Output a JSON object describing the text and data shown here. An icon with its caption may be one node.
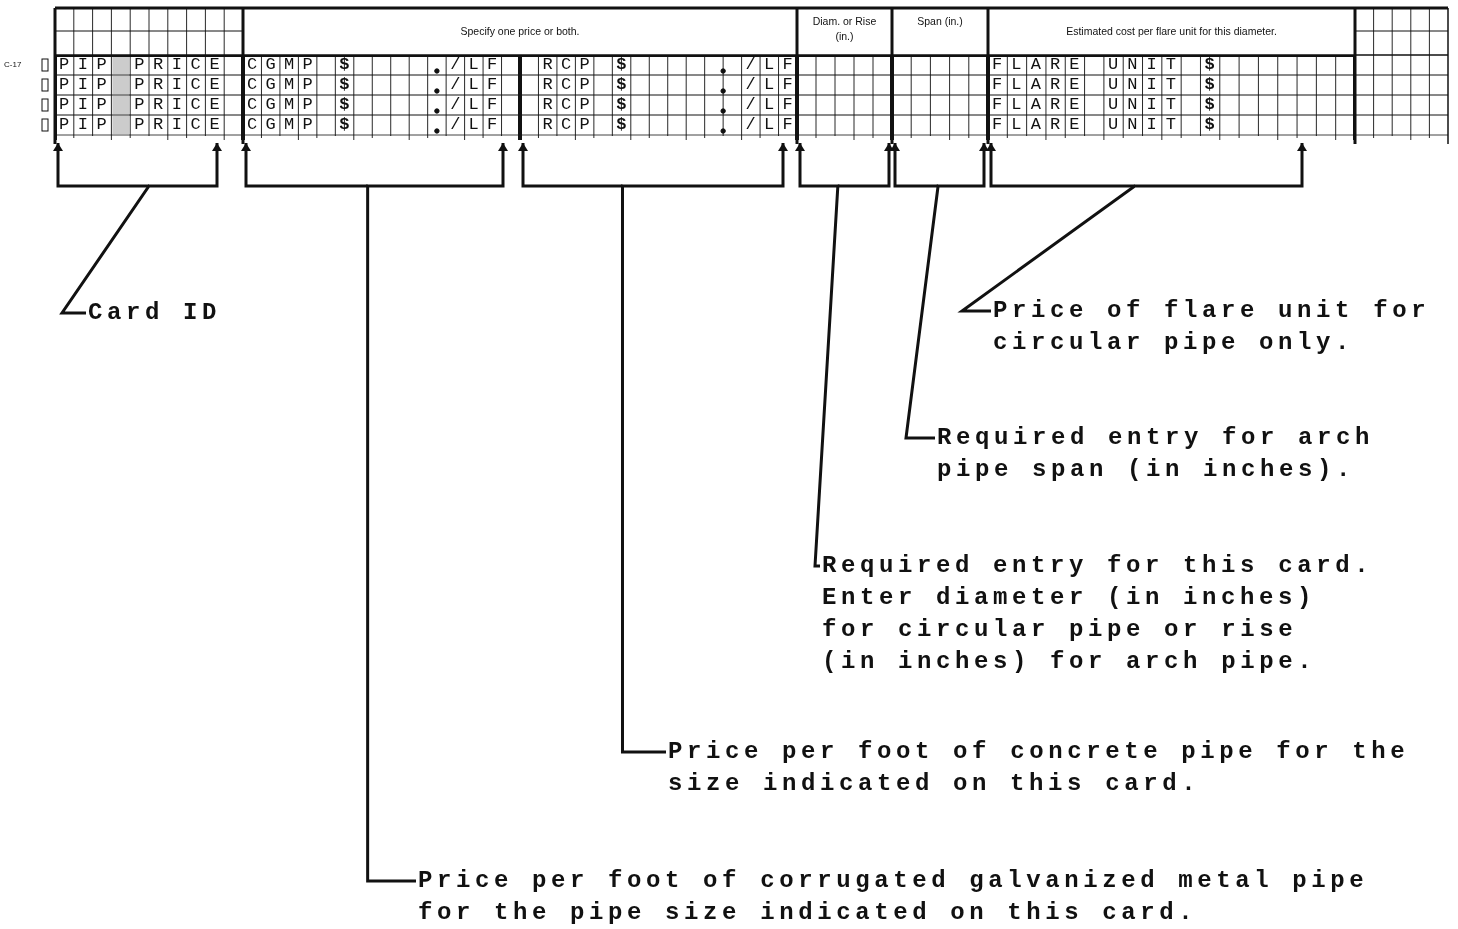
{
  "diagram": {
    "nodes": [
      {
        "text": [],
        "shape": "box"
      },
      {
        "text": [],
        "shape": "box"
      },
      {
        "text": [],
        "shape": "box"
      },
      {
        "text": [],
        "shape": "box"
      },
      {
        "text": [],
        "shape": "box"
      },
      {
        "text": [],
        "shape": "box"
      },
      {
        "text": [
          "Card ID"
        ]
      },
      {
        "text": [
          "Price of flare unit for circular pipe only."
        ]
      },
      {
        "text": [
          "Required entry for arch pipe span (in inches)."
        ]
      },
      {
        "text": [
          "Required entry for this card. Enter diameter (in inches) for circular pipe or rise (in inches) for arch pipe."
        ]
      },
      {
        "text": [
          "Price per foot of concrete pipe for the size indicated on this card."
        ]
      },
      {
        "text": [
          "Price per foot of corrugated galvanized metal pipe for the pipe size indicated on this card."
        ]
      }
    ],
    "edges": [
      {
        "from": 6,
        "to": 0,
        "arrow": "to"
      },
      {
        "from": 7,
        "to": 5,
        "arrow": "to"
      },
      {
        "from": 8,
        "to": 4,
        "arrow": "to"
      },
      {
        "from": 9,
        "to": 3,
        "arrow": "to"
      },
      {
        "from": 10,
        "to": 2,
        "arrow": "to"
      },
      {
        "from": 11,
        "to": 1,
        "arrow": "to"
      }
    ],
    "labels": [
      "Specify one price or both.",
      "Diam. or Rise (in.)",
      "Span (in.)",
      "Estimated cost per flare unit for this diameter.",
      "C-17",
      "PIP",
      "PRICE",
      "CGMP",
      "$",
      "/LF",
      "RCP",
      "$",
      "/LF",
      "FLARE",
      "UNIT",
      "$",
      "PIP",
      "PRICE",
      "CGMP",
      "$",
      "/LF",
      "RCP",
      "$",
      "/LF",
      "FLARE",
      "UNIT",
      "$",
      "PIP",
      "PRICE",
      "CGMP",
      "$",
      "/LF",
      "RCP",
      "$",
      "/LF",
      "FLARE",
      "UNIT",
      "$",
      "PIP",
      "PRICE",
      "CGMP",
      "$",
      "/LF",
      "RCP",
      "$",
      "/LF",
      "FLARE",
      "UNIT",
      "$"
    ]
  }
}
